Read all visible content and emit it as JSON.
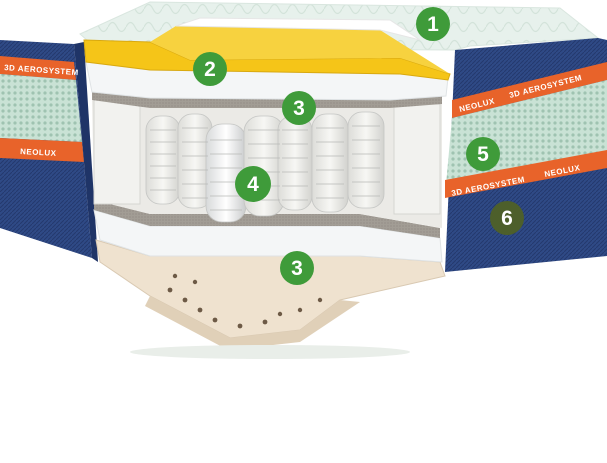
{
  "brand": {
    "name": "NEOLUX",
    "system": "3D AEROSYSTEM"
  },
  "colors": {
    "denim": "#2f4a86",
    "denim_dark": "#1f3467",
    "orange_stripe": "#e8632a",
    "mesh": "#b9d7c8",
    "top_quilt": "#e8f2ec",
    "yellow_foam": "#f5c518",
    "white_foam": "#f4f6f7",
    "felt": "#9a958d",
    "latex": "#efe2cf",
    "badge_green": "#3f9b3a",
    "badge_olive": "#4d5f2b"
  },
  "badges": [
    {
      "label": "1"
    },
    {
      "label": "2"
    },
    {
      "label": "3"
    },
    {
      "label": "4"
    },
    {
      "label": "5"
    },
    {
      "label": "6"
    },
    {
      "label": "3"
    }
  ]
}
